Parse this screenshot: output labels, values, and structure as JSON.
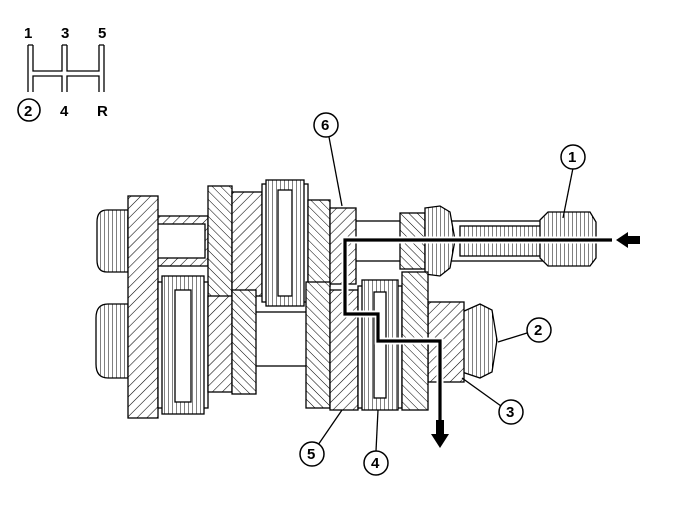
{
  "shift_pattern": {
    "top": [
      "1",
      "3",
      "5"
    ],
    "bottom": [
      "2",
      "4",
      "R"
    ],
    "selected": "2"
  },
  "callouts": [
    "1",
    "2",
    "3",
    "4",
    "5",
    "6"
  ],
  "colors": {
    "line": "#000000",
    "background": "#ffffff"
  }
}
